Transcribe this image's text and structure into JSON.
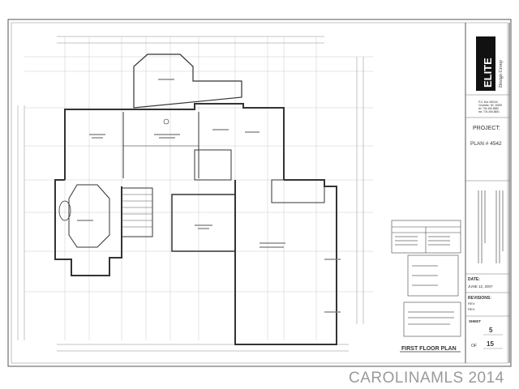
{
  "title_block": {
    "logo_text": "ELITE",
    "logo_subtext": "Design Group",
    "address": [
      "P.O. Box 481940",
      "Charlotte, NC 28269",
      "tel: 704-456-8880",
      "fax: 704-456-8881"
    ],
    "project_label": "PROJECT:",
    "plan_number": "PLAN # 4542",
    "date_label": "DATE:",
    "date_value": "JUNE 12, 2007",
    "revisions_label": "REVISIONS:",
    "rev_1": "REV:",
    "rev_2": "REV:",
    "sheet_label": "SHEET",
    "sheet_number": "5",
    "of_label": "OF",
    "sheet_total": "15"
  },
  "drawing": {
    "title": "FIRST FLOOR PLAN"
  },
  "watermark": "CAROLINAMLS 2014",
  "colors": {
    "line": "#333333",
    "background": "#ffffff",
    "watermark": "#9a9a9a"
  }
}
